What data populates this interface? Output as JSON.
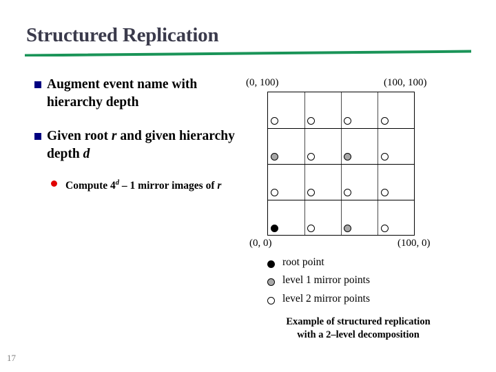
{
  "slide": {
    "title": "Structured Replication",
    "page_number": "17",
    "accent_color": "#1a9458",
    "title_color": "#3b3b4c"
  },
  "bullets": [
    {
      "marker": "square-bullet",
      "marker_color": "#000080",
      "level": 1,
      "text": "Augment event name with hierarchy depth"
    },
    {
      "marker": "square-bullet",
      "marker_color": "#000080",
      "level": 1,
      "text_parts": {
        "before": "Given root ",
        "var1": "r",
        "middle": " and given hierarchy depth ",
        "var2": "d"
      }
    },
    {
      "marker": "round-bullet",
      "marker_color": "#e00000",
      "level": 2,
      "text_parts": {
        "before": "Compute 4",
        "sup": "d",
        "middle": " – 1 mirror images of ",
        "var": "r"
      }
    }
  ],
  "figure": {
    "corner_labels": {
      "top_left": "(0, 100)",
      "top_right": "(100, 100)",
      "bottom_left": "(0, 0)",
      "bottom_right": "(100, 0)"
    },
    "grid": {
      "columns": 4,
      "rows": 4
    },
    "points": [
      {
        "row": 0,
        "col": 0,
        "kind": "lvl2"
      },
      {
        "row": 0,
        "col": 1,
        "kind": "lvl2"
      },
      {
        "row": 0,
        "col": 2,
        "kind": "lvl2"
      },
      {
        "row": 0,
        "col": 3,
        "kind": "lvl2"
      },
      {
        "row": 1,
        "col": 0,
        "kind": "lvl1"
      },
      {
        "row": 1,
        "col": 1,
        "kind": "lvl2"
      },
      {
        "row": 1,
        "col": 2,
        "kind": "lvl1"
      },
      {
        "row": 1,
        "col": 3,
        "kind": "lvl2"
      },
      {
        "row": 2,
        "col": 0,
        "kind": "lvl2"
      },
      {
        "row": 2,
        "col": 1,
        "kind": "lvl2"
      },
      {
        "row": 2,
        "col": 2,
        "kind": "lvl2"
      },
      {
        "row": 2,
        "col": 3,
        "kind": "lvl2"
      },
      {
        "row": 3,
        "col": 0,
        "kind": "root"
      },
      {
        "row": 3,
        "col": 1,
        "kind": "lvl2"
      },
      {
        "row": 3,
        "col": 2,
        "kind": "lvl1"
      },
      {
        "row": 3,
        "col": 3,
        "kind": "lvl2"
      }
    ],
    "legend": [
      {
        "kind": "root",
        "label": "root point",
        "color": "#000000"
      },
      {
        "kind": "lvl1",
        "label": "level 1 mirror  points",
        "color": "#a8a8a8"
      },
      {
        "kind": "lvl2",
        "label": "level 2 mirror  points",
        "color": "#ffffff"
      }
    ],
    "caption_line1": "Example of structured replication",
    "caption_line2": "with a 2–level decomposition"
  }
}
